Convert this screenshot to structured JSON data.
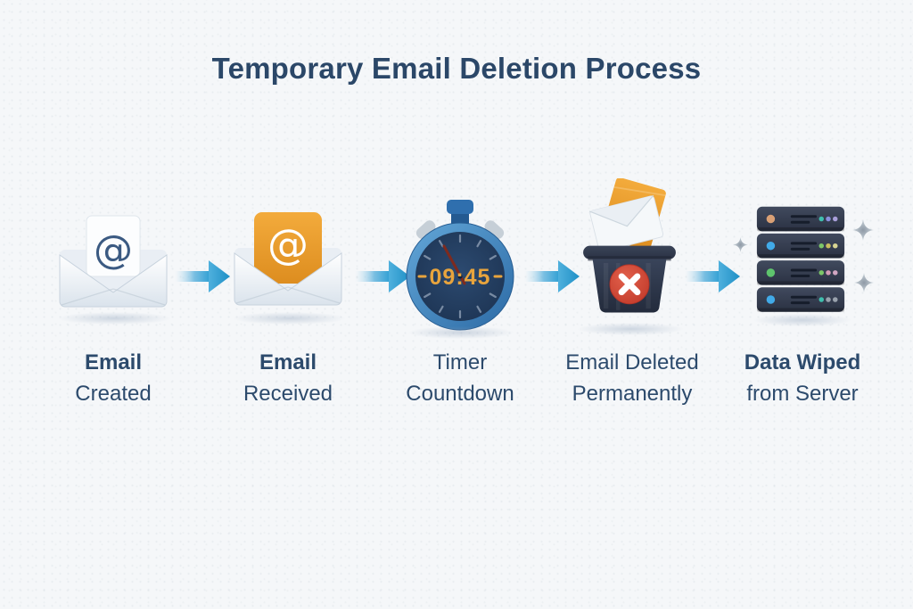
{
  "title": "Temporary Email Deletion Process",
  "timer": {
    "display": "09:45"
  },
  "steps": [
    {
      "icon": "open-envelope-at-icon",
      "label": [
        "Email",
        "Created"
      ]
    },
    {
      "icon": "open-envelope-orange-at-icon",
      "label": [
        "Email",
        "Received"
      ]
    },
    {
      "icon": "stopwatch-icon",
      "label": [
        "Timer",
        "Countdown"
      ]
    },
    {
      "icon": "trash-delete-icon",
      "label": [
        "Email Deleted",
        "Permanently"
      ]
    },
    {
      "icon": "server-rack-icon",
      "label": [
        "Data Wiped",
        "from Server"
      ]
    }
  ],
  "colors": {
    "background": "#f5f7f9",
    "heading_text": "#2b4768",
    "label_text": "#2c4a6c",
    "arrow_blue": "#2d9ed3",
    "accent_orange": "#e89b2e",
    "timer_digit_orange": "#e8a43d",
    "delete_red": "#d04a38",
    "dark_slate": "#2e3749"
  }
}
